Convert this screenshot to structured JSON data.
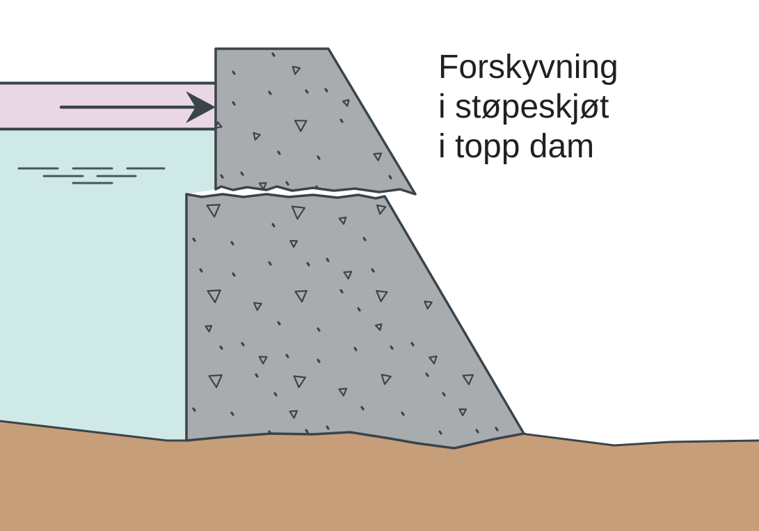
{
  "caption": {
    "lines": [
      "Forskyvning",
      "i støpeskjøt",
      "i topp dam"
    ]
  },
  "colors": {
    "background": "#ffffff",
    "water": "#cfe9e7",
    "ice_layer": "#e9d8e3",
    "concrete": "#a8acaf",
    "ground": "#c69e7a",
    "outline": "#3a444a",
    "ripple": "#45585c",
    "arrow": "#3a444a",
    "text": "#231f20"
  }
}
